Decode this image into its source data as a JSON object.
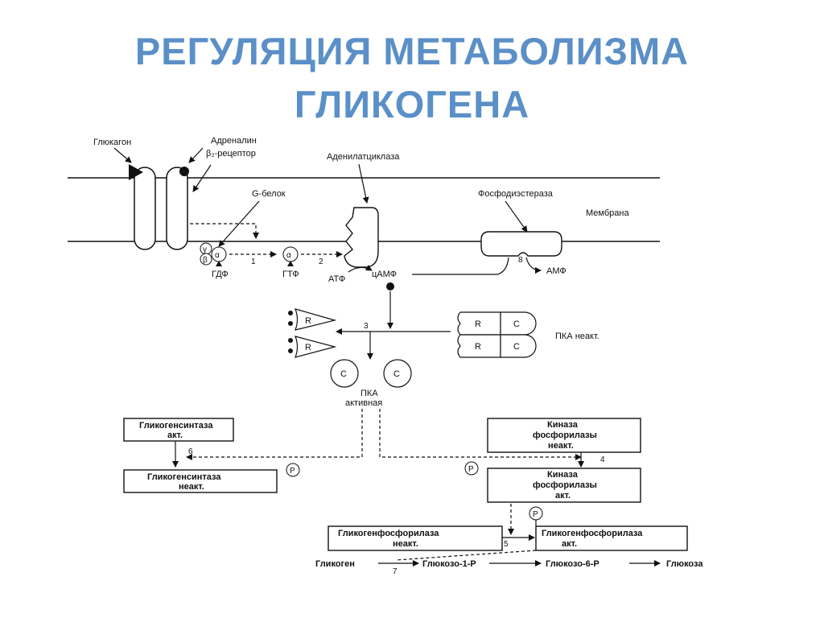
{
  "title": {
    "line1": "РЕГУЛЯЦИЯ МЕТАБОЛИЗМА",
    "line2": "ГЛИКОГЕНА"
  },
  "membrane": {
    "glucagon": "Глюкагон",
    "adrenaline": "Адреналин",
    "b2_receptor": "β₂-рецептор",
    "g_protein": "G-белок",
    "adenylate_cyclase": "Аденилатциклаза",
    "phosphodiesterase": "Фосфодиэстераза",
    "membrane": "Мембрана",
    "gamma": "γ",
    "alpha": "α",
    "beta": "β",
    "gdp": "ГДФ",
    "gtp": "ГТФ",
    "atp": "АТФ",
    "camp": "цАМФ",
    "amp": "АМФ"
  },
  "pka": {
    "r": "R",
    "c": "C",
    "inactive": "ПКА неакт.",
    "active_line1": "ПКА",
    "active_line2": "активная"
  },
  "boxes": {
    "gs_active_1": "Гликогенсинтаза",
    "gs_active_2": "акт.",
    "gs_inactive_1": "Гликогенсинтаза",
    "gs_inactive_2": "неакт.",
    "pk_inactive_1": "Киназа",
    "pk_inactive_2": "фосфорилазы",
    "pk_inactive_3": "неакт.",
    "pk_active_1": "Киназа",
    "pk_active_2": "фосфорилазы",
    "pk_active_3": "акт.",
    "gp_inactive_1": "Гликогенфосфорилаза",
    "gp_inactive_2": "неакт.",
    "gp_active_1": "Гликогенфосфорилаза",
    "gp_active_2": "акт.",
    "phosphate": "P"
  },
  "pathway": {
    "glycogen": "Гликоген",
    "g1p": "Глюкозо-1-Р",
    "g6p": "Глюкозо-6-Р",
    "glucose": "Глюкоза"
  },
  "steps": {
    "s1": "1",
    "s2": "2",
    "s3": "3",
    "s4": "4",
    "s5": "5",
    "s6": "6",
    "s7": "7",
    "s8": "8"
  }
}
